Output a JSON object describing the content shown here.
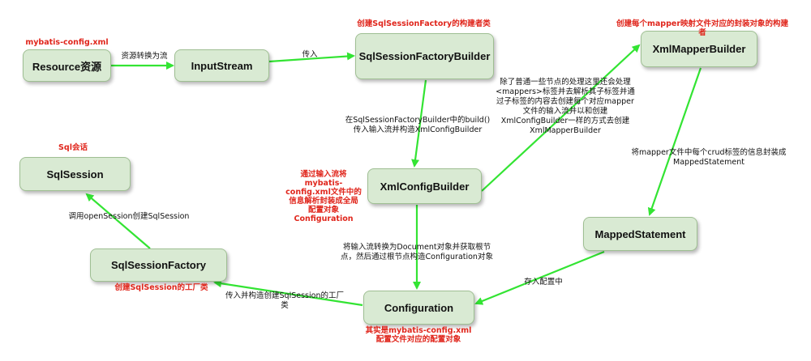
{
  "colors": {
    "node_fill": "#d9ead3",
    "node_border": "#9fbf93",
    "arrow": "#33e433",
    "note": "#e0261c"
  },
  "nodes": {
    "resource": "Resource资源",
    "inputstream": "InputStream",
    "builder": "SqlSessionFactoryBuilder",
    "xmlmapperbuilder": "XmlMapperBuilder",
    "sqlsession": "SqlSession",
    "xmlconfigbuilder": "XmlConfigBuilder",
    "mappedstatement": "MappedStatement",
    "sqlsessionfactory": "SqlSessionFactory",
    "configuration": "Configuration"
  },
  "notes": {
    "mybatis_config": "mybatis-config.xml",
    "builder_note": "创建SqlSessionFactory的构建者类",
    "mapper_builder_note": "创建每个mapper映射文件对应的封装对象的构建者",
    "sql_session_note": "Sql会话",
    "xmlconfig_note": "通过输入流将mybatis-config.xml文件中的信息解析封装成全局配置对象Configuration",
    "factory_note": "创建SqlSession的工厂类",
    "configuration_note": "其实是mybatis-config.xml配置文件对应的配置对象"
  },
  "edges": {
    "to_stream": "资源转换为流",
    "pass_in": "传入",
    "build_call": "在SqlSessionFactoryBuilder中的build()传入输入流并构造XmlConfigBuilder",
    "mappers_desc": "除了普通一些节点的处理这里还会处理<mappers>标签并去解析其子标签并通过子标签的内容去创建每个对应mapper文件的输入流并以和创建XmlConfigBuilder一样的方式去创建XmlMapperBuilder",
    "crud_wrap": "将mapper文件中每个crud标签的信息封装成MappedStatement",
    "open_session": "调用openSession创建SqlSession",
    "document_desc": "将输入流转换为Document对象并获取根节点，然后通过根节点构造Configuration对象",
    "store_config": "存入配置中",
    "pass_build": "传入并构造创建SqlSession的工厂类"
  }
}
